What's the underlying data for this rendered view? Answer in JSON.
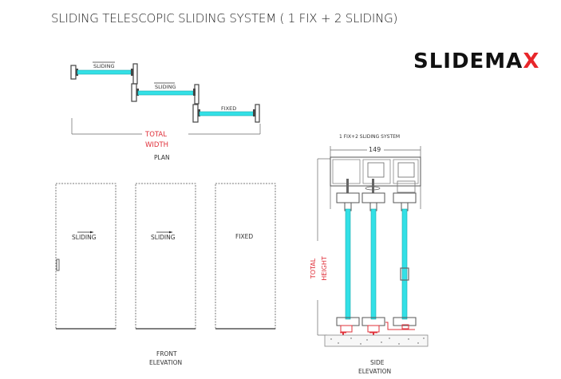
{
  "title": "SLIDING TELESCOPIC SLIDING SYSTEM ( 1 FIX + 2 SLIDING)",
  "logo": {
    "text_main": "SLIDEMA",
    "text_accent": "X"
  },
  "colors": {
    "glass": "#33e0e6",
    "accent": "#e0303a",
    "line": "#555555"
  },
  "plan": {
    "panels": [
      "SLIDING",
      "SLIDING",
      "FIXED"
    ],
    "dimension_line1": "TOTAL",
    "dimension_line2": "WIDTH",
    "caption": "PLAN"
  },
  "front_elevation": {
    "panels": [
      {
        "label": "SLIDING",
        "arrow": true,
        "handle": true
      },
      {
        "label": "SLIDING",
        "arrow": true,
        "handle": false
      },
      {
        "label": "FIXED",
        "arrow": false,
        "handle": false
      }
    ],
    "caption_line1": "FRONT",
    "caption_line2": "ELEVATION"
  },
  "side_elevation": {
    "system_label": "1 FIX+2 SLIDING SYSTEM",
    "width_dimension": "149",
    "height_line1": "TOTAL",
    "height_line2": "HEIGHT",
    "caption_line1": "SIDE",
    "caption_line2": "ELEVATION"
  }
}
